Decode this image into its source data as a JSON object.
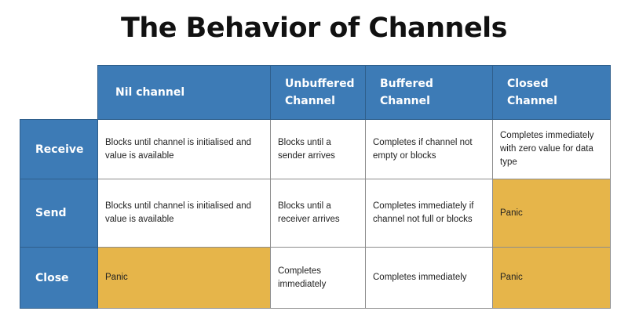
{
  "title": "The Behavior of Channels",
  "colors": {
    "header_blue": "#3d7bb6",
    "panic_yellow": "#e6b54a",
    "cell_white": "#ffffff"
  },
  "columns": [
    {
      "label": "Nil channel"
    },
    {
      "label": "Unbuffered Channel"
    },
    {
      "label": "Buffered Channel"
    },
    {
      "label": "Closed Channel"
    }
  ],
  "rows": [
    {
      "label": "Receive",
      "cells": [
        {
          "text": "Blocks until channel is initialised and value is available",
          "highlight": false
        },
        {
          "text": "Blocks until a sender arrives",
          "highlight": false
        },
        {
          "text": "Completes if channel not empty or blocks",
          "highlight": false
        },
        {
          "text": "Completes immediately with zero value for data type",
          "highlight": false
        }
      ]
    },
    {
      "label": "Send",
      "cells": [
        {
          "text": "Blocks until channel is initialised and value is available",
          "highlight": false
        },
        {
          "text": "Blocks until a receiver arrives",
          "highlight": false
        },
        {
          "text": "Completes immediately if channel not full or blocks",
          "highlight": false
        },
        {
          "text": "Panic",
          "highlight": true
        }
      ]
    },
    {
      "label": "Close",
      "cells": [
        {
          "text": "Panic",
          "highlight": true
        },
        {
          "text": "Completes immediately",
          "highlight": false
        },
        {
          "text": "Completes immediately",
          "highlight": false
        },
        {
          "text": "Panic",
          "highlight": true
        }
      ]
    }
  ]
}
